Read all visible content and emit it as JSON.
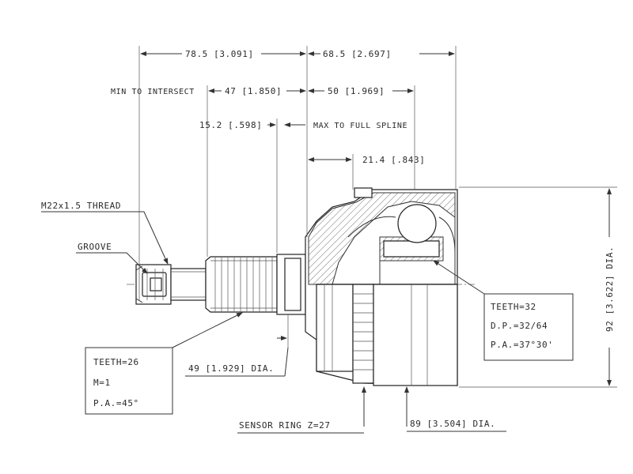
{
  "dimensions": {
    "overall_left": "78.5 [3.091]",
    "overall_right": "68.5 [2.697]",
    "min_to_intersect_label": "MIN TO INTERSECT",
    "min_to_intersect_value": "47 [1.850]",
    "right_50": "50 [1.969]",
    "spline_offset": "15.2 [.598]",
    "max_full_spline": "MAX TO FULL SPLINE",
    "bell_offset": "21.4 [.843]",
    "outer_dia": "92 [3.622] DIA.",
    "shaft_dia": "49 [1.929] DIA.",
    "ring_dia": "89 [3.504] DIA."
  },
  "labels": {
    "thread": "M22x1.5 THREAD",
    "groove": "GROOVE",
    "sensor_ring": "SENSOR RING Z=27"
  },
  "box_left": {
    "teeth": "TEETH=26",
    "module": "M=1",
    "pa": "P.A.=45°"
  },
  "box_right": {
    "teeth": "TEETH=32",
    "dp": "D.P.=32/64",
    "pa": "P.A.=37°30'"
  }
}
